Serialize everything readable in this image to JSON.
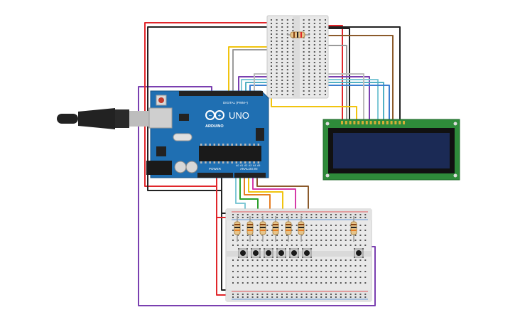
{
  "board": {
    "name": "UNO",
    "brand": "ARDUINO",
    "digital_label": "DIGITAL (PWM~)",
    "analog_label": "ANALOG IN",
    "power_label": "POWER",
    "pin_labels": [
      "A0",
      "A1",
      "A2",
      "A3",
      "A4",
      "A5"
    ],
    "color": "#1f6fb2"
  },
  "lcd": {
    "type": "16x2 LCD",
    "pcb_color": "#2e8b3a",
    "screen_color": "#1b2a55"
  },
  "breadboards": {
    "top": "mini breadboard",
    "bottom": "half breadboard"
  },
  "components": {
    "pushbuttons": 7,
    "resistors": 8
  },
  "wire_colors": {
    "power": "#e0262b",
    "ground": "#222222",
    "signal_1": "#8b5a2b",
    "signal_2": "#f1c40f",
    "signal_3": "#7fc8d6",
    "signal_4": "#9a9a9a",
    "signal_5": "#7a3fb0",
    "signal_6": "#d63aa8",
    "signal_7": "#2ca02c"
  }
}
